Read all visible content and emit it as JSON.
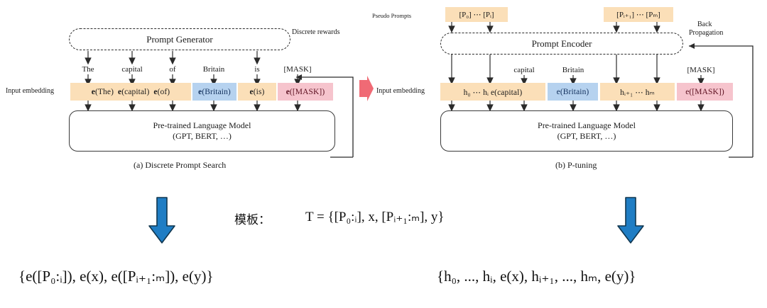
{
  "figure": {
    "panel_a": {
      "caption": "(a) Discrete Prompt Search",
      "module_label": "Prompt Generator",
      "feedback_label": "Discrete rewards",
      "input_embedding_label": "Input embedding",
      "words": [
        "The",
        "capital",
        "of",
        "Britain",
        "is",
        "[MASK]"
      ],
      "generated_word_flags": [
        true,
        true,
        true,
        false,
        true,
        false
      ],
      "embeddings": [
        {
          "prefix": "e",
          "arg": "(The)",
          "color": "orange"
        },
        {
          "prefix": "e",
          "arg": "(capital)",
          "color": "orange"
        },
        {
          "prefix": "e",
          "arg": "(of)",
          "color": "orange"
        },
        {
          "prefix": "e",
          "arg": "(Britain)",
          "color": "blue"
        },
        {
          "prefix": "e",
          "arg": "(is)",
          "color": "orange"
        },
        {
          "prefix": "e",
          "arg": "([MASK])",
          "color": "pink"
        }
      ],
      "plm_line1": "Pre-trained Language Model",
      "plm_line2": "(GPT, BERT, …)"
    },
    "panel_b": {
      "caption": "(b) P-tuning",
      "module_label": "Prompt Encoder",
      "feedback_label_line1": "Back",
      "feedback_label_line2": "Propagation",
      "pseudo_prompts_label": "Pseudo Prompts",
      "input_embedding_label": "Input embedding",
      "pseudo_prompts": [
        {
          "text": "[P₀] ⋯ [Pᵢ]"
        },
        {
          "text": "[Pᵢ₊₁] ⋯ [Pₘ]"
        }
      ],
      "words": [
        "capital",
        "Britain",
        "[MASK]"
      ],
      "embeddings": [
        {
          "text": "h₀ ⋯ hᵢ  e(capital)",
          "color": "orange"
        },
        {
          "text": "e(Britain)",
          "color": "blue"
        },
        {
          "text": "hᵢ₊₁ ⋯ hₘ",
          "color": "orange"
        },
        {
          "text": "e([MASK])",
          "color": "pink"
        }
      ],
      "plm_line1": "Pre-trained Language Model",
      "plm_line2": "(GPT, BERT, …)"
    },
    "center_transition_arrow": "red-right-arrow",
    "template": {
      "label": "模板：",
      "formula": "T = {[P₀:ᵢ], x, [Pᵢ₊₁:ₘ], y}"
    },
    "bottom_left_formula": "{e([P₀:ᵢ]), e(x), e([Pᵢ₊₁:ₘ]), e(y)}",
    "bottom_right_formula": "{h₀, ..., hᵢ, e(x), hᵢ₊₁, ..., hₘ, e(y)}",
    "arrows": {
      "left_big_arrow": "blue-down-arrow",
      "right_big_arrow": "blue-down-arrow"
    }
  },
  "colors": {
    "chip_orange": "#fbdfb8",
    "chip_blue": "#b6d2ef",
    "chip_pink": "#f6c4cd",
    "big_arrow_blue": "#1f7dc4",
    "transition_red": "#f06a75",
    "stroke": "#2b2b2b"
  }
}
